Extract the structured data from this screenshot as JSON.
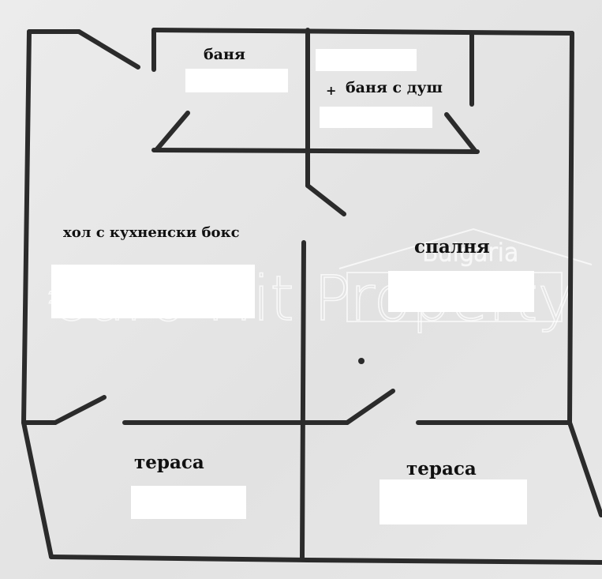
{
  "plan": {
    "rooms": [
      {
        "label": "баня"
      },
      {
        "label": "баня с душ"
      },
      {
        "label": "хол с кухненски бокс"
      },
      {
        "label": "спалня"
      },
      {
        "label": "тераса"
      },
      {
        "label": "тераса"
      }
    ],
    "marker": "+",
    "wall_color": "#2b2b2b",
    "redaction_color": "#ffffff"
  },
  "watermark": {
    "brand": "Euro Hit Property",
    "region": "Bulgaria"
  }
}
